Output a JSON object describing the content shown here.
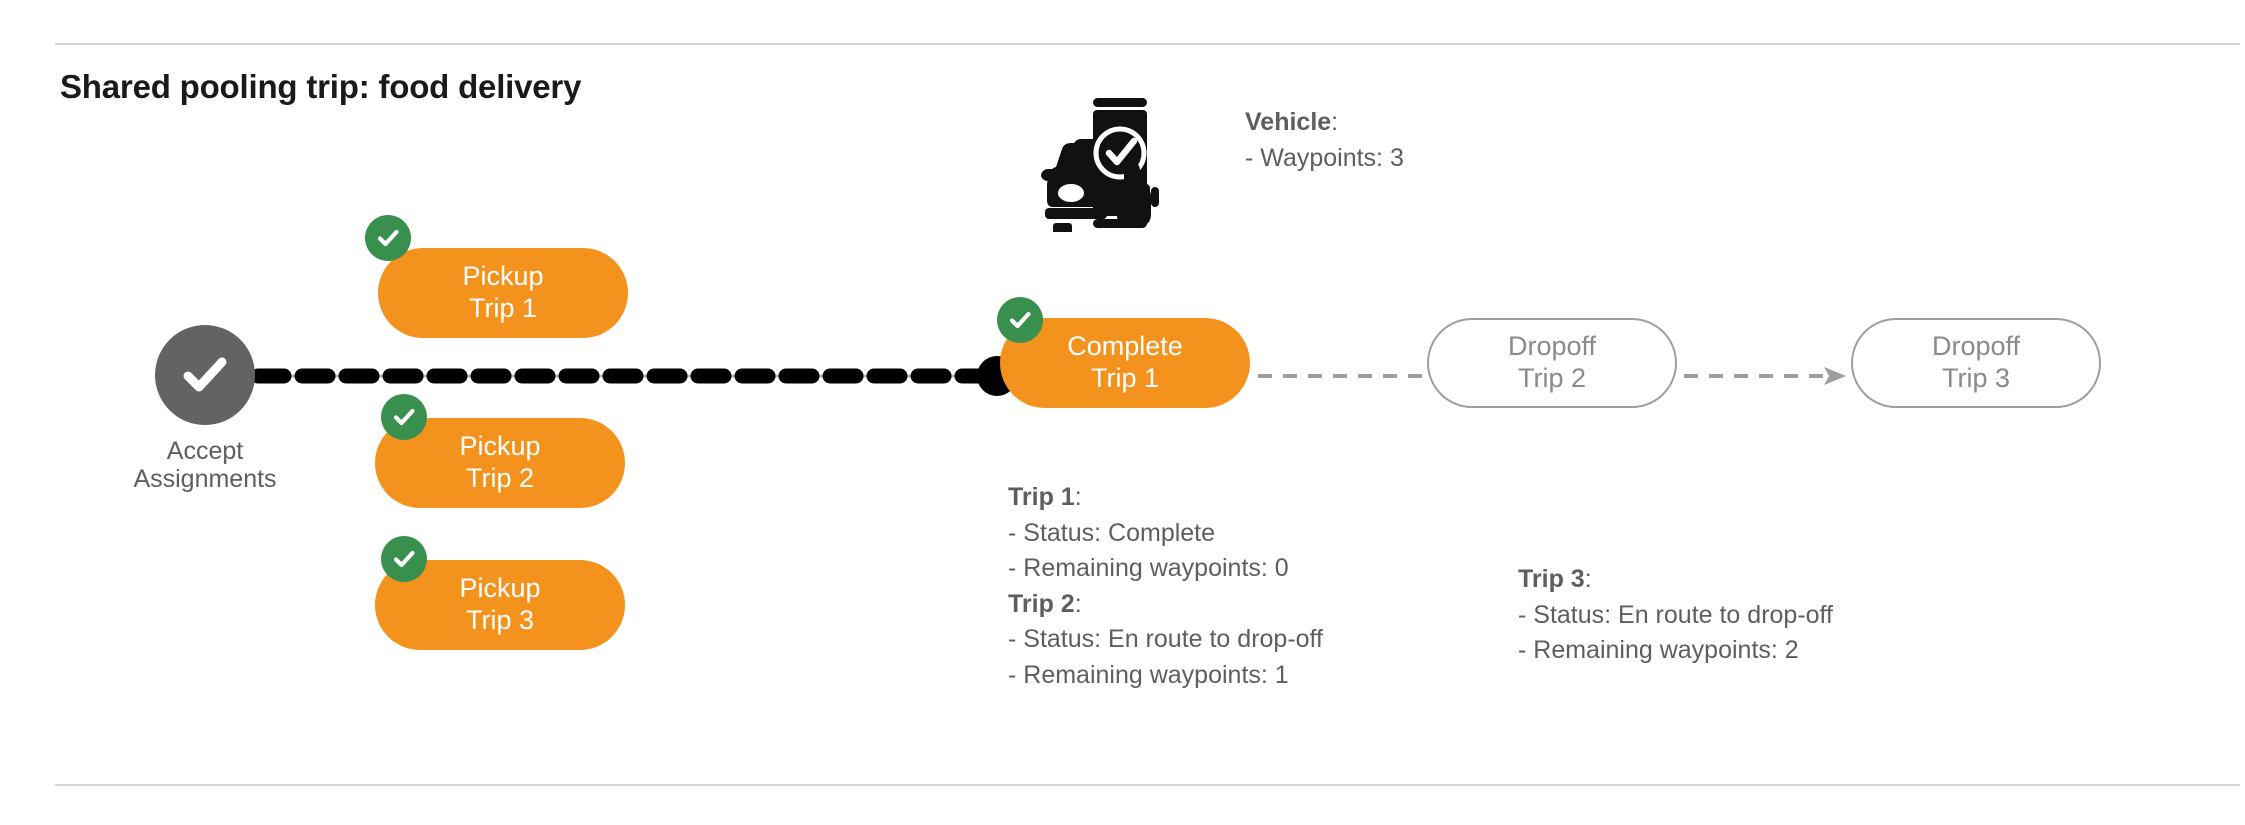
{
  "title": "Shared pooling trip: food delivery",
  "colors": {
    "orange": "#F4921E",
    "green": "#39904E",
    "gray_circle": "#636363",
    "gray_text": "#5e5e5e",
    "gray_outline": "#9e9e9e",
    "divider": "#d4d4d4",
    "black": "#000000"
  },
  "accept_node": {
    "icon": "check-circle-icon",
    "label": "Accept\nAssignments"
  },
  "pickups": [
    {
      "line1": "Pickup",
      "line2": "Trip 1",
      "badge": "check-badge-icon",
      "state": "complete"
    },
    {
      "line1": "Pickup",
      "line2": "Trip 2",
      "badge": "check-badge-icon",
      "state": "complete"
    },
    {
      "line1": "Pickup",
      "line2": "Trip 3",
      "badge": "check-badge-icon",
      "state": "complete"
    }
  ],
  "complete_node": {
    "line1": "Complete",
    "line2": "Trip 1",
    "badge": "check-badge-icon",
    "state": "complete"
  },
  "dropoffs": [
    {
      "line1": "Dropoff",
      "line2": "Trip 2",
      "state": "pending"
    },
    {
      "line1": "Dropoff",
      "line2": "Trip 3",
      "state": "pending"
    }
  ],
  "vehicle": {
    "icon": "vehicle-mobile-check-icon",
    "heading": "Vehicle",
    "heading_suffix": ":",
    "waypoints_line": "- Waypoints: 3"
  },
  "trip_details_left": {
    "trip1_heading": "Trip 1",
    "trip1_heading_suffix": ":",
    "trip1_status": "- Status:  Complete",
    "trip1_remaining": "- Remaining waypoints: 0",
    "trip2_heading": "Trip 2",
    "trip2_heading_suffix": ":",
    "trip2_status": "- Status:  En route to drop-off",
    "trip2_remaining": "- Remaining waypoints: 1"
  },
  "trip_details_right": {
    "trip3_heading": "Trip 3",
    "trip3_heading_suffix": ":",
    "trip3_status": "- Status:  En route to drop-off",
    "trip3_remaining": "- Remaining waypoints: 2"
  }
}
